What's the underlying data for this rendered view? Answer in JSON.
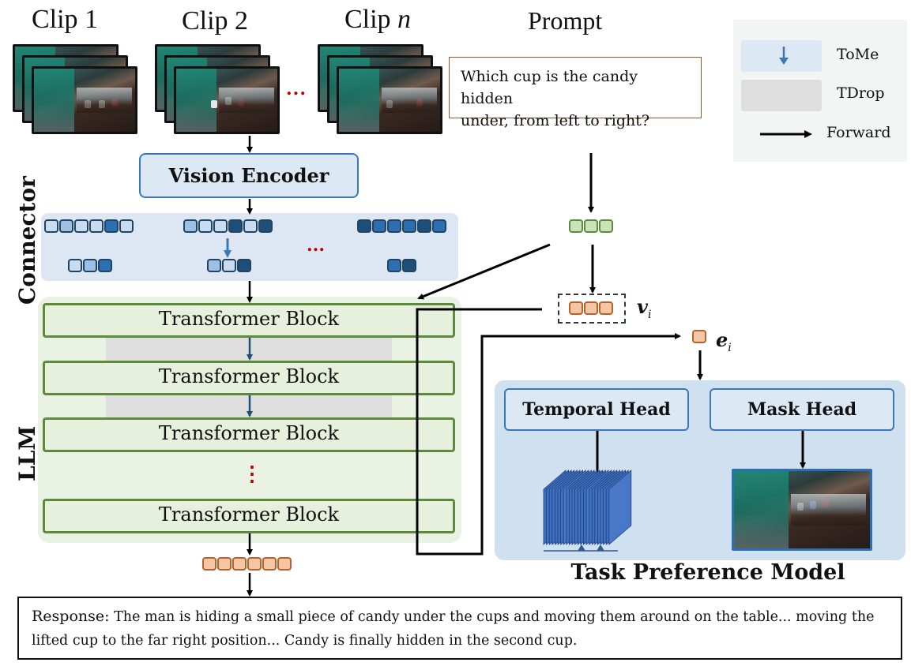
{
  "clips": {
    "items": [
      {
        "label": "Clip 1",
        "italic_suffix": ""
      },
      {
        "label": "Clip 2",
        "italic_suffix": ""
      },
      {
        "label": "Clip ",
        "italic_suffix": "n"
      }
    ],
    "ellipsis": "..."
  },
  "prompt": {
    "title": "Prompt",
    "text_line1": "Which cup is the candy hidden",
    "text_line2": "under, from left to right?"
  },
  "legend": {
    "items": [
      {
        "label": "ToMe",
        "swatch_color": "#dce8f4",
        "arrow_color": "#3a78b6"
      },
      {
        "label": "TDrop",
        "swatch_color": "#dddedd",
        "arrow_color": "#1f4e79"
      },
      {
        "label": "Forward",
        "arrow_color": "#000000"
      }
    ]
  },
  "vision_encoder": {
    "label": "Vision Encoder"
  },
  "connector": {
    "label": "Connector",
    "ellipsis": "...",
    "groups": [
      {
        "input_tokens": [
          "light",
          "mid",
          "light",
          "light",
          "dark",
          "light"
        ],
        "output_tokens": [
          "light",
          "mid",
          "dark"
        ]
      },
      {
        "input_tokens": [
          "mid",
          "light",
          "light",
          "navy",
          "light",
          "navy"
        ],
        "output_tokens": [
          "mid",
          "light",
          "navy"
        ]
      },
      {
        "input_tokens": [
          "navy",
          "dark",
          "dark",
          "dark",
          "navy",
          "dark"
        ],
        "output_tokens": [
          "dark",
          "navy"
        ]
      }
    ]
  },
  "llm": {
    "label": "LLM",
    "blocks": [
      "Transformer Block",
      "Transformer Block",
      "Transformer Block",
      "Transformer Block"
    ],
    "ellipsis": "⋮",
    "output_tokens": 6
  },
  "query_tokens": {
    "count": 3
  },
  "vi": {
    "symbol": "v",
    "subscript": "i",
    "tokens": 3
  },
  "ei": {
    "symbol": "e",
    "subscript": "i",
    "tokens": 1
  },
  "task_preference_model": {
    "title": "Task Preference Model",
    "heads": [
      "Temporal Head",
      "Mask Head"
    ]
  },
  "response": {
    "label": "Response:",
    "text": "The man is hiding a small piece of candy under the cups and moving them around on the table... moving the lifted cup to the far right position... Candy is finally hidden in the second cup."
  },
  "colors": {
    "token_light": "#c9dcef",
    "token_mid": "#9dc0e3",
    "token_dark": "#2e6fb2",
    "token_navy": "#1f4e79",
    "token_green": "#c9e3b8",
    "token_orange": "#f6c6a4",
    "red_dot": "#c00000"
  }
}
